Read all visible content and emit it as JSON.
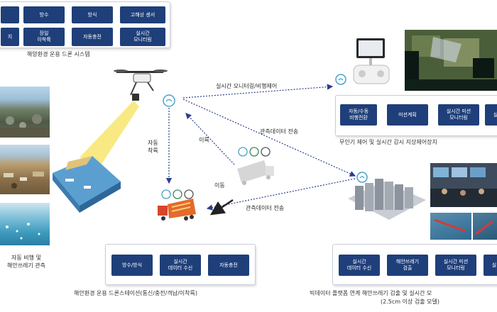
{
  "top_system": {
    "chips": [
      "",
      "방수",
      "방식",
      "고해상 센서",
      "치",
      "장일\n이착륙",
      "자동충전",
      "실시간\n모니터링"
    ],
    "caption": "해양환경 운용 드론 시스템"
  },
  "control": {
    "chips": [
      "자동/수동\n비행전환",
      "미션계획",
      "실시간 미션\n모니터링",
      "실"
    ],
    "caption": "무인기 제어 및 실시간 감시 지상제어장치"
  },
  "station": {
    "chips": [
      "방수/방식",
      "실시간\n데이터 수신",
      "자동충전"
    ],
    "caption": "해안환경 운용 드론스테이션(통신/충전/격납/이착륙)"
  },
  "bigdata": {
    "chips": [
      "실시간\n데이터 수신",
      "해안쓰레기\n검출",
      "실시간 미션\n모니터링",
      "실"
    ],
    "caption": "빅데이터 플랫폼 연계 해안쓰레기 검출 및 실시간 모",
    "caption2": "(2.5cm 이상 검출 모델)"
  },
  "left_caption": "자동 비행 및\n해안쓰레기 관측",
  "arrows": {
    "monitoring": "실시간 모니터링/비행제어",
    "observe1": "관측데이터 전송",
    "observe2": "관측데이터 전송",
    "auto_land": "자동\n착륙",
    "takeoff": "이륙",
    "move": "이동"
  },
  "colors": {
    "chip": "#1f3f7a",
    "arrow": "#2a3f8f",
    "cone": "#f5e15a",
    "icon": "#4aa3c7"
  }
}
